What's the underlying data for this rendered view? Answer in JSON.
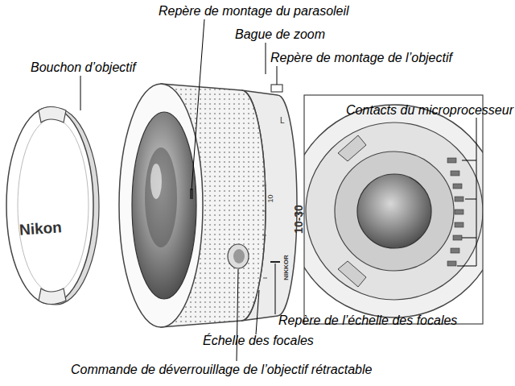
{
  "diagram": {
    "labels": [
      "Repère de montage du parasoleil",
      "Bague de zoom",
      "Bouchon d’objectif",
      "Repère de montage de l’objectif",
      "Contacts du microprocesseur",
      "Repère de l’échelle des focales",
      "Échelle des focales",
      "Commande de déverrouillage de l’objectif rétractable",
      "Nikon",
      "10-30",
      "L",
      "10",
      "NIKKOR"
    ]
  }
}
